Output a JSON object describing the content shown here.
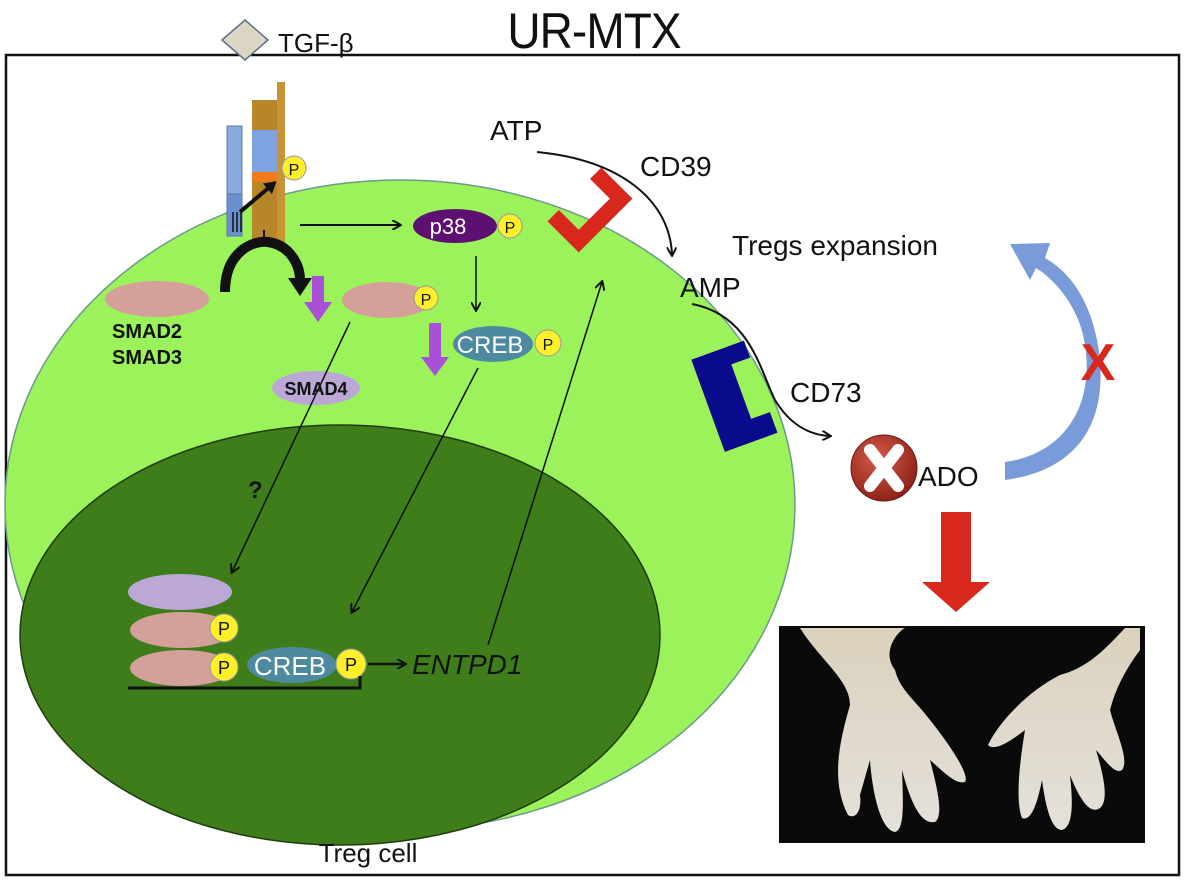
{
  "title": "UR-MTX",
  "cell_label": "Treg cell",
  "labels": {
    "tgf_beta": "TGF-β",
    "atp": "ATP",
    "cd39": "CD39",
    "amp": "AMP",
    "cd73": "CD73",
    "ado": "ADO",
    "tregs_expansion": "Tregs expansion",
    "smad2": "SMAD2",
    "smad3": "SMAD3",
    "smad4": "SMAD4",
    "p38": "p38",
    "creb": "CREB",
    "creb_nucleus": "CREB",
    "entpd1": "ENTPD1",
    "question": "?",
    "phospho": "P",
    "block_x": "X"
  },
  "icons": {
    "inhibit": "x-circle-icon",
    "photo": "rheumatoid-hands-photo"
  },
  "colors": {
    "cell": "#9cf25a",
    "nucleus": "#3f7d1a",
    "smad": "#d4a09a",
    "smad4": "#bba8d6",
    "p38": "#5e0f72",
    "creb": "#4d8aa0",
    "phospho": "#ffef2a",
    "cd39": "#d8281e",
    "cd73": "#0a0a8c",
    "purple_arrow": "#a94fd8",
    "blue_arrow": "#6f93d6",
    "red_arrow": "#d8281e"
  }
}
